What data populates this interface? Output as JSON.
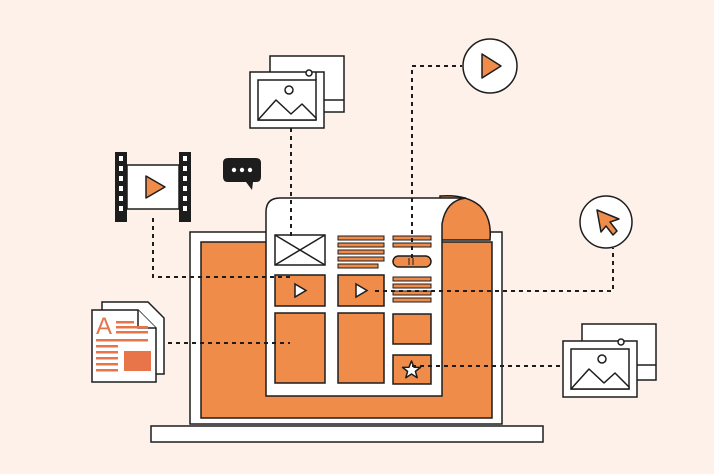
{
  "colors": {
    "background": "#fdf1ea",
    "accent": "#ef8c4a",
    "accent_text": "#e8744a",
    "line": "#1d1d1d",
    "paper": "#ffffff"
  },
  "icons": {
    "document": {
      "letter": "A"
    },
    "floating": [
      "image-stack-icon-top",
      "play-circle-icon",
      "film-strip-icon",
      "chat-bubble-icon",
      "cursor-circle-icon",
      "image-stack-icon-right",
      "document-icon"
    ]
  }
}
